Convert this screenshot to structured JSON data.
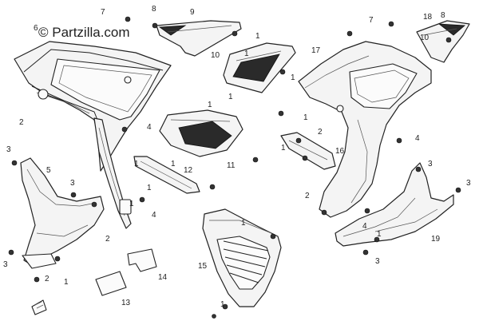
{
  "watermark": "© Partzilla.com",
  "callouts": [
    {
      "id": "c7a",
      "text": "7"
    },
    {
      "id": "c8a",
      "text": "8"
    },
    {
      "id": "c9",
      "text": "9"
    },
    {
      "id": "c6",
      "text": "6"
    },
    {
      "id": "c1a",
      "text": "1"
    },
    {
      "id": "c10",
      "text": "10"
    },
    {
      "id": "c1b",
      "text": "1"
    },
    {
      "id": "c1c",
      "text": "1"
    },
    {
      "id": "c2a",
      "text": "2"
    },
    {
      "id": "c3a",
      "text": "3"
    },
    {
      "id": "c5",
      "text": "5"
    },
    {
      "id": "c3b",
      "text": "3"
    },
    {
      "id": "c1d",
      "text": "1"
    },
    {
      "id": "c1e",
      "text": "1"
    },
    {
      "id": "c4a",
      "text": "4"
    },
    {
      "id": "c1f",
      "text": "1"
    },
    {
      "id": "c1g",
      "text": "1"
    },
    {
      "id": "c1h",
      "text": "1"
    },
    {
      "id": "c12",
      "text": "12"
    },
    {
      "id": "c11",
      "text": "11"
    },
    {
      "id": "c1i",
      "text": "1"
    },
    {
      "id": "c4b",
      "text": "4"
    },
    {
      "id": "c2b",
      "text": "2"
    },
    {
      "id": "c3c",
      "text": "3"
    },
    {
      "id": "c2c",
      "text": "2"
    },
    {
      "id": "c1j",
      "text": "1"
    },
    {
      "id": "c14",
      "text": "14"
    },
    {
      "id": "c13",
      "text": "13"
    },
    {
      "id": "c1k",
      "text": "1"
    },
    {
      "id": "c15",
      "text": "15"
    },
    {
      "id": "c1l",
      "text": "1"
    },
    {
      "id": "c7b",
      "text": "7"
    },
    {
      "id": "c18",
      "text": "18"
    },
    {
      "id": "c8b",
      "text": "8"
    },
    {
      "id": "c10b",
      "text": "10"
    },
    {
      "id": "c17",
      "text": "17"
    },
    {
      "id": "c1m",
      "text": "1"
    },
    {
      "id": "c1n",
      "text": "1"
    },
    {
      "id": "c2d",
      "text": "2"
    },
    {
      "id": "c16",
      "text": "16"
    },
    {
      "id": "c4c",
      "text": "4"
    },
    {
      "id": "c3d",
      "text": "3"
    },
    {
      "id": "c3e",
      "text": "3"
    },
    {
      "id": "c2e",
      "text": "2"
    },
    {
      "id": "c4d",
      "text": "4"
    },
    {
      "id": "c19",
      "text": "19"
    },
    {
      "id": "c3f",
      "text": "3"
    },
    {
      "id": "c1o",
      "text": "1"
    }
  ]
}
